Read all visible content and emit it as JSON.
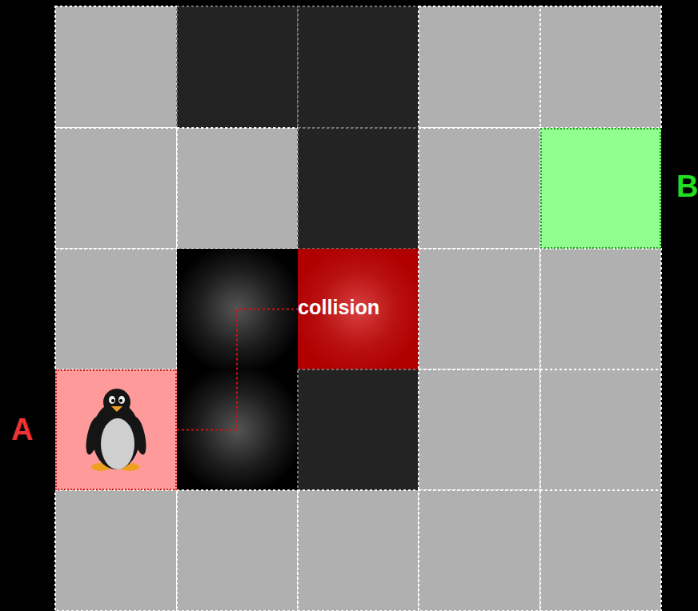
{
  "diagram": {
    "nodes": [
      {
        "text": [
          "B"
        ]
      },
      {
        "text": [
          "collision"
        ]
      },
      {
        "text": [
          "A"
        ]
      }
    ],
    "edges": [
      {
        "from": 2,
        "to": 1,
        "arrow": "none"
      }
    ]
  }
}
